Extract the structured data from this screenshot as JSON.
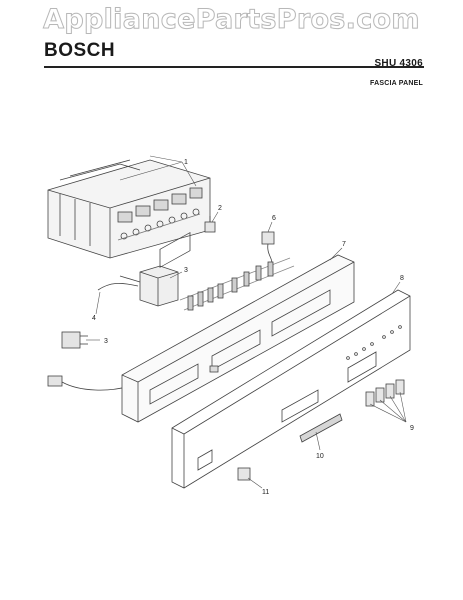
{
  "watermark": "AppliancePartsPros.com",
  "brand": "BOSCH",
  "model": "SHU 4306",
  "section": "FASCIA PANEL",
  "callouts": [
    "1",
    "2",
    "6",
    "7",
    "3",
    "4",
    "3",
    "8",
    "9",
    "10",
    "11"
  ]
}
